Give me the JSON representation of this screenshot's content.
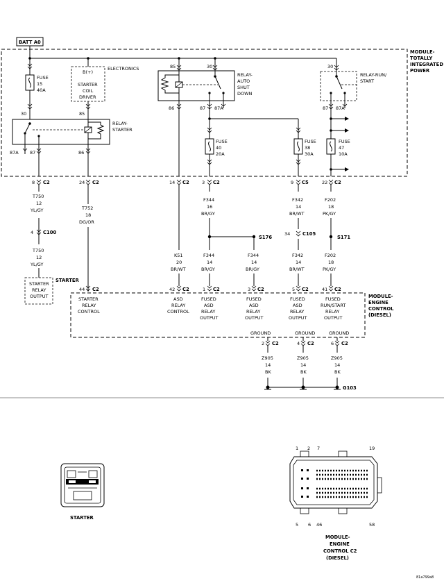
{
  "batt": "BATT A0",
  "modules": {
    "tipm": [
      "MODULE-",
      "TOTALLY",
      "INTEGRATED",
      "POWER"
    ],
    "ecm": [
      "MODULE-",
      "ENGINE",
      "CONTROL",
      "(DIESEL)"
    ]
  },
  "components": {
    "fuse15": [
      "FUSE",
      "15",
      "40A"
    ],
    "fuse40": [
      "FUSE",
      "40",
      "20A"
    ],
    "fuse38": [
      "FUSE",
      "38",
      "30A"
    ],
    "fuse47": [
      "FUSE",
      "47",
      "10A"
    ],
    "electronics": "ELECTRONICS",
    "bplus": "B(+)",
    "coil_driver": [
      "STARTER",
      "COIL",
      "DRIVER"
    ],
    "relay_starter": [
      "RELAY-",
      "STARTER"
    ],
    "relay_asd": [
      "RELAY-",
      "AUTO",
      "SHUT",
      "DOWN"
    ],
    "relay_run": [
      "RELAY-RUN/",
      "START"
    ],
    "starter_box_title": "STARTER",
    "starter_box": [
      "STARTER",
      "RELAY",
      "OUTPUT"
    ]
  },
  "pins": {
    "p30_fuse": "30",
    "p85_coil": "85",
    "p87a_rs": "87A",
    "p87_rs": "87",
    "p86_rs": "86",
    "p85_asd": "85",
    "p30_asd": "30",
    "p86_asd": "86",
    "p87_asd": "87",
    "p87a_asd": "87A",
    "p30_run": "30",
    "p87_run": "87",
    "p87a_run": "87A"
  },
  "connectors": [
    {
      "pin": "8",
      "name": "C2"
    },
    {
      "pin": "24",
      "name": "C2"
    },
    {
      "pin": "14",
      "name": "C2"
    },
    {
      "pin": "3",
      "name": "C2"
    },
    {
      "pin": "9",
      "name": "C5"
    },
    {
      "pin": "22",
      "name": "C2"
    },
    {
      "pin": "4",
      "name": "C100"
    },
    {
      "pin": "34",
      "name": "C105"
    },
    {
      "pin": "44",
      "name": "C2"
    },
    {
      "pin": "42",
      "name": "C2"
    },
    {
      "pin": "1",
      "name": "C2"
    },
    {
      "pin": "3",
      "name": "C2"
    },
    {
      "pin": "5",
      "name": "C2"
    },
    {
      "pin": "41",
      "name": "C2"
    },
    {
      "pin": "2",
      "name": "C2"
    },
    {
      "pin": "4",
      "name": "C2"
    },
    {
      "pin": "6",
      "name": "C2"
    }
  ],
  "splices": {
    "s176": "S176",
    "s171": "S171",
    "g103": "G103"
  },
  "wires": [
    [
      "T750",
      "12",
      "YL/GY"
    ],
    [
      "T750",
      "12",
      "YL/GY"
    ],
    [
      "T752",
      "18",
      "DG/OR"
    ],
    [
      "F344",
      "16",
      "BR/GY"
    ],
    [
      "F342",
      "14",
      "BR/WT"
    ],
    [
      "F202",
      "18",
      "PK/GY"
    ],
    [
      "K51",
      "20",
      "BR/WT"
    ],
    [
      "F344",
      "14",
      "BR/GY"
    ],
    [
      "F344",
      "14",
      "BR/GY"
    ],
    [
      "F342",
      "14",
      "BR/WT"
    ],
    [
      "F202",
      "18",
      "PK/GY"
    ],
    [
      "Z905",
      "14",
      "BK"
    ],
    [
      "Z905",
      "14",
      "BK"
    ],
    [
      "Z905",
      "14",
      "BK"
    ]
  ],
  "ecm_pins": [
    [
      "STARTER",
      "RELAY",
      "CONTROL"
    ],
    [
      "ASD",
      "RELAY",
      "CONTROL"
    ],
    [
      "FUSED",
      "ASD",
      "RELAY",
      "OUTPUT"
    ],
    [
      "FUSED",
      "ASD",
      "RELAY",
      "OUTPUT"
    ],
    [
      "FUSED",
      "ASD",
      "RELAY",
      "OUTPUT"
    ],
    [
      "FUSED",
      "RUN/START",
      "RELAY",
      "OUTPUT"
    ]
  ],
  "ground_label": "GROUND",
  "views": {
    "starter": "STARTER",
    "ecm_c2": [
      "MODULE-",
      "ENGINE",
      "CONTROL C2",
      "(DIESEL)"
    ],
    "pins_top": [
      "1",
      "2",
      "7",
      "19"
    ],
    "pins_bottom": [
      "5",
      "6",
      "46",
      "58"
    ]
  },
  "figure_id": "81a799a8"
}
